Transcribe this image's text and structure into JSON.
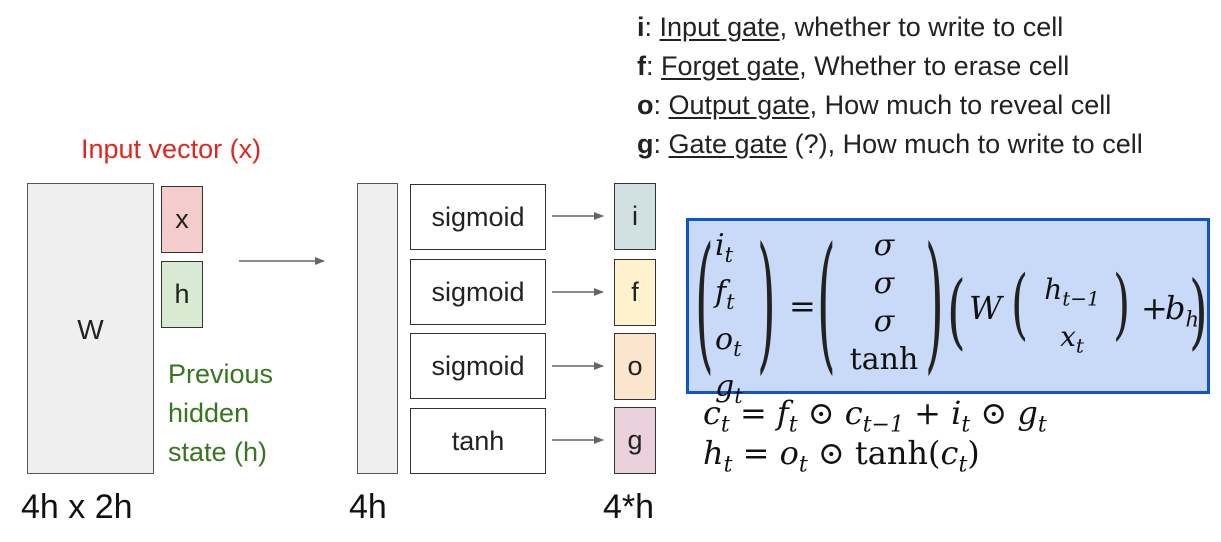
{
  "legend": [
    {
      "key": "i",
      "sep": ": ",
      "name": "Input gate",
      "desc": ", whether to write to cell"
    },
    {
      "key": "f",
      "sep": ": ",
      "name": "Forget gate",
      "desc": ", Whether to erase cell"
    },
    {
      "key": "o",
      "sep": ": ",
      "name": "Output gate",
      "desc": ", How much to reveal cell"
    },
    {
      "key": "g",
      "sep": ": ",
      "name": "Gate gate",
      "desc": " (?), How much to write to cell"
    }
  ],
  "input_vector_label": "Input vector (x)",
  "weight": {
    "label": "W",
    "dims": "4h x 2h"
  },
  "concat": {
    "x_label": "x",
    "h_label": "h"
  },
  "prev_hidden_label": [
    "Previous",
    "hidden",
    "state (h)"
  ],
  "mid": {
    "dims": "4h"
  },
  "activations": [
    "sigmoid",
    "sigmoid",
    "sigmoid",
    "tanh"
  ],
  "gates": [
    {
      "label": "i",
      "color": "#d0e0e3"
    },
    {
      "label": "f",
      "color": "#fff2cc"
    },
    {
      "label": "o",
      "color": "#fce5cd"
    },
    {
      "label": "g",
      "color": "#ead1dc"
    }
  ],
  "gate_dims": "4*h",
  "colors": {
    "input_red": "#e0261f",
    "hidden_green": "#38761d",
    "x_fill": "#f4cccc",
    "h_fill": "#d9ead3",
    "equation_fill": "#c9daf8",
    "equation_border": "#1155cc",
    "gray_fill": "#efefef"
  },
  "equation": {
    "lhs": [
      {
        "base": "i",
        "sub": "t"
      },
      {
        "base": "f",
        "sub": "t"
      },
      {
        "base": "o",
        "sub": "t"
      },
      {
        "base": "g",
        "sub": "t"
      }
    ],
    "eq": "=",
    "acts": [
      "σ",
      "σ",
      "σ",
      "tanh"
    ],
    "W": "W",
    "vec": [
      {
        "base": "h",
        "sub": "t−1"
      },
      {
        "base": "x",
        "sub": "t"
      }
    ],
    "plus": "+",
    "bias": {
      "base": "b",
      "sub": "h"
    }
  },
  "cell_eq": {
    "c": "c",
    "t": "t",
    "eq": "=",
    "f": "f",
    "odot": "⊙",
    "tm1": "t−1",
    "plus": "+",
    "i": "i",
    "g": "g"
  },
  "hidden_eq": {
    "h": "h",
    "t": "t",
    "eq": "=",
    "o": "o",
    "odot": "⊙",
    "tanh": "tanh",
    "lp": "(",
    "c": "c",
    "rp": ")"
  }
}
